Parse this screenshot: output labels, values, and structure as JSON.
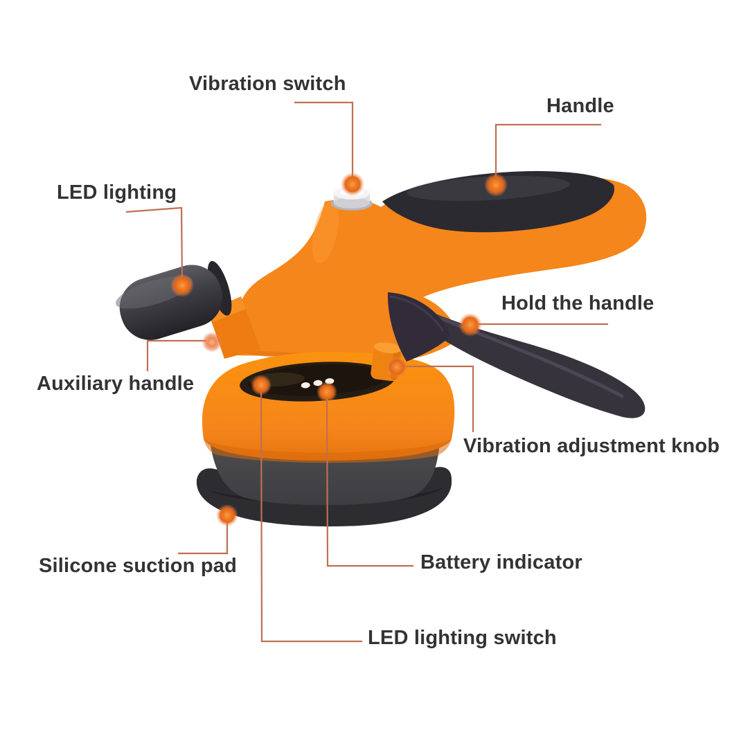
{
  "diagram": {
    "description": "Annotated product diagram of a handheld tile vibration suction machine",
    "background": "#ffffff"
  },
  "colors": {
    "body_orange": "#f5861b",
    "orange_highlight": "#fb9e33",
    "orange_shadow": "#e06d0c",
    "grip_black": "#2b2a30",
    "fin_dark": "#322b3a",
    "hold_handle_dark": "#36333c",
    "base_drum_gray": "#48484b",
    "suction_pad_dark": "#2d2d31",
    "bowl_dark": "#251d14",
    "leader_line": "#bf6f52",
    "callout_dot": "#ee7c20",
    "label_text": "#333333",
    "switch_cap": "#f4f4f6",
    "led_dot": "#f7f3ec"
  },
  "labels": [
    {
      "id": "vibration-switch",
      "text": "Vibration switch"
    },
    {
      "id": "handle",
      "text": "Handle"
    },
    {
      "id": "led-lighting",
      "text": "LED lighting"
    },
    {
      "id": "hold-the-handle",
      "text": "Hold the handle"
    },
    {
      "id": "auxiliary-handle",
      "text": "Auxiliary handle"
    },
    {
      "id": "vibration-adjustment-knob",
      "text": "Vibration adjustment knob"
    },
    {
      "id": "silicone-suction-pad",
      "text": "Silicone suction pad"
    },
    {
      "id": "battery-indicator",
      "text": "Battery indicator"
    },
    {
      "id": "led-lighting-switch",
      "text": "LED lighting switch"
    }
  ]
}
